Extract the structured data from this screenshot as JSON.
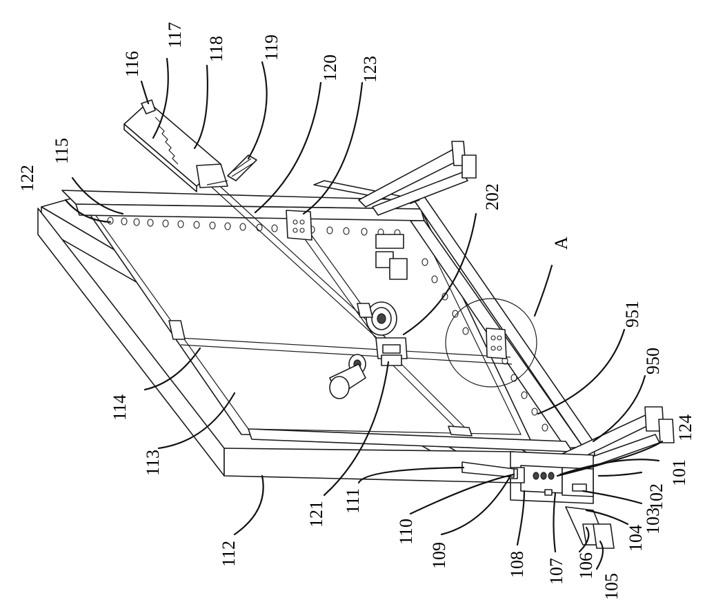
{
  "figure": {
    "labels": [
      {
        "id": "116",
        "text": "116"
      },
      {
        "id": "117",
        "text": "117"
      },
      {
        "id": "118",
        "text": "118"
      },
      {
        "id": "119",
        "text": "119"
      },
      {
        "id": "120",
        "text": "120"
      },
      {
        "id": "123",
        "text": "123"
      },
      {
        "id": "122",
        "text": "122"
      },
      {
        "id": "115",
        "text": "115"
      },
      {
        "id": "202",
        "text": "202"
      },
      {
        "id": "A",
        "text": "A"
      },
      {
        "id": "951",
        "text": "951"
      },
      {
        "id": "950",
        "text": "950"
      },
      {
        "id": "124",
        "text": "124"
      },
      {
        "id": "101",
        "text": "101"
      },
      {
        "id": "102",
        "text": "102"
      },
      {
        "id": "103",
        "text": "103"
      },
      {
        "id": "104",
        "text": "104"
      },
      {
        "id": "105",
        "text": "105"
      },
      {
        "id": "106",
        "text": "106"
      },
      {
        "id": "107",
        "text": "107"
      },
      {
        "id": "108",
        "text": "108"
      },
      {
        "id": "109",
        "text": "109"
      },
      {
        "id": "110",
        "text": "110"
      },
      {
        "id": "111",
        "text": "111"
      },
      {
        "id": "121",
        "text": "121"
      },
      {
        "id": "112",
        "text": "112"
      },
      {
        "id": "113",
        "text": "113"
      },
      {
        "id": "114",
        "text": "114"
      }
    ]
  }
}
